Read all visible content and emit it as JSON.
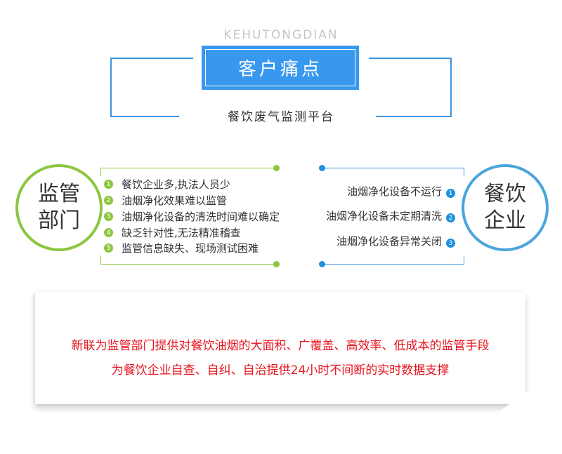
{
  "header": {
    "subtitle": "KEHUTONGDIAN",
    "title": "客户痛点",
    "tagline": "餐饮废气监测平台"
  },
  "left": {
    "label": "监管部门",
    "items": [
      {
        "num": "1",
        "text": "餐饮企业多,执法人员少"
      },
      {
        "num": "2",
        "text": "油烟净化效果难以监管"
      },
      {
        "num": "3",
        "text": "油烟净化设备的清洗时间难以确定"
      },
      {
        "num": "4",
        "text": "缺乏针对性,无法精准稽查"
      },
      {
        "num": "5",
        "text": "监管信息缺失、现场测试困难"
      }
    ]
  },
  "right": {
    "label": "餐饮企业",
    "items": [
      {
        "num": "1",
        "text": "油烟净化设备不运行"
      },
      {
        "num": "2",
        "text": "油烟净化设备未定期清洗"
      },
      {
        "num": "3",
        "text": "油烟净化设备异常关闭"
      }
    ]
  },
  "summary": {
    "line1": "新联为监管部门提供对餐饮油烟的大面积、广覆盖、高效率、低成本的监管手段",
    "line2": "为餐饮企业自查、自纠、自治提供24小时不间断的实时数据支撑"
  },
  "colors": {
    "blue": "#3898ee",
    "green": "#8cc63f",
    "red": "#e8141e"
  }
}
